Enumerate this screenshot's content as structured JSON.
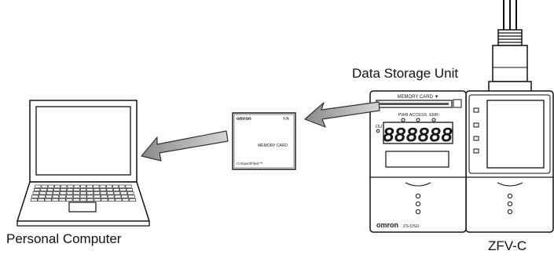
{
  "labels": {
    "data_storage_unit": "Data Storage Unit",
    "personal_computer": "Personal Computer",
    "zfv_c": "ZFV-C"
  },
  "memory_card": {
    "brand": "omron",
    "corner": "F/A",
    "name": "MEMORY CARD",
    "footer": "CompactFlash™"
  },
  "dsu": {
    "slot_label": "MEMORY CARD ▼",
    "led_pwr": "PWR",
    "led_access": "ACCESS",
    "led_err": "ERR",
    "out_label": "OUT",
    "display": "888888",
    "brand": "omron",
    "model": "ZS-DSU"
  }
}
